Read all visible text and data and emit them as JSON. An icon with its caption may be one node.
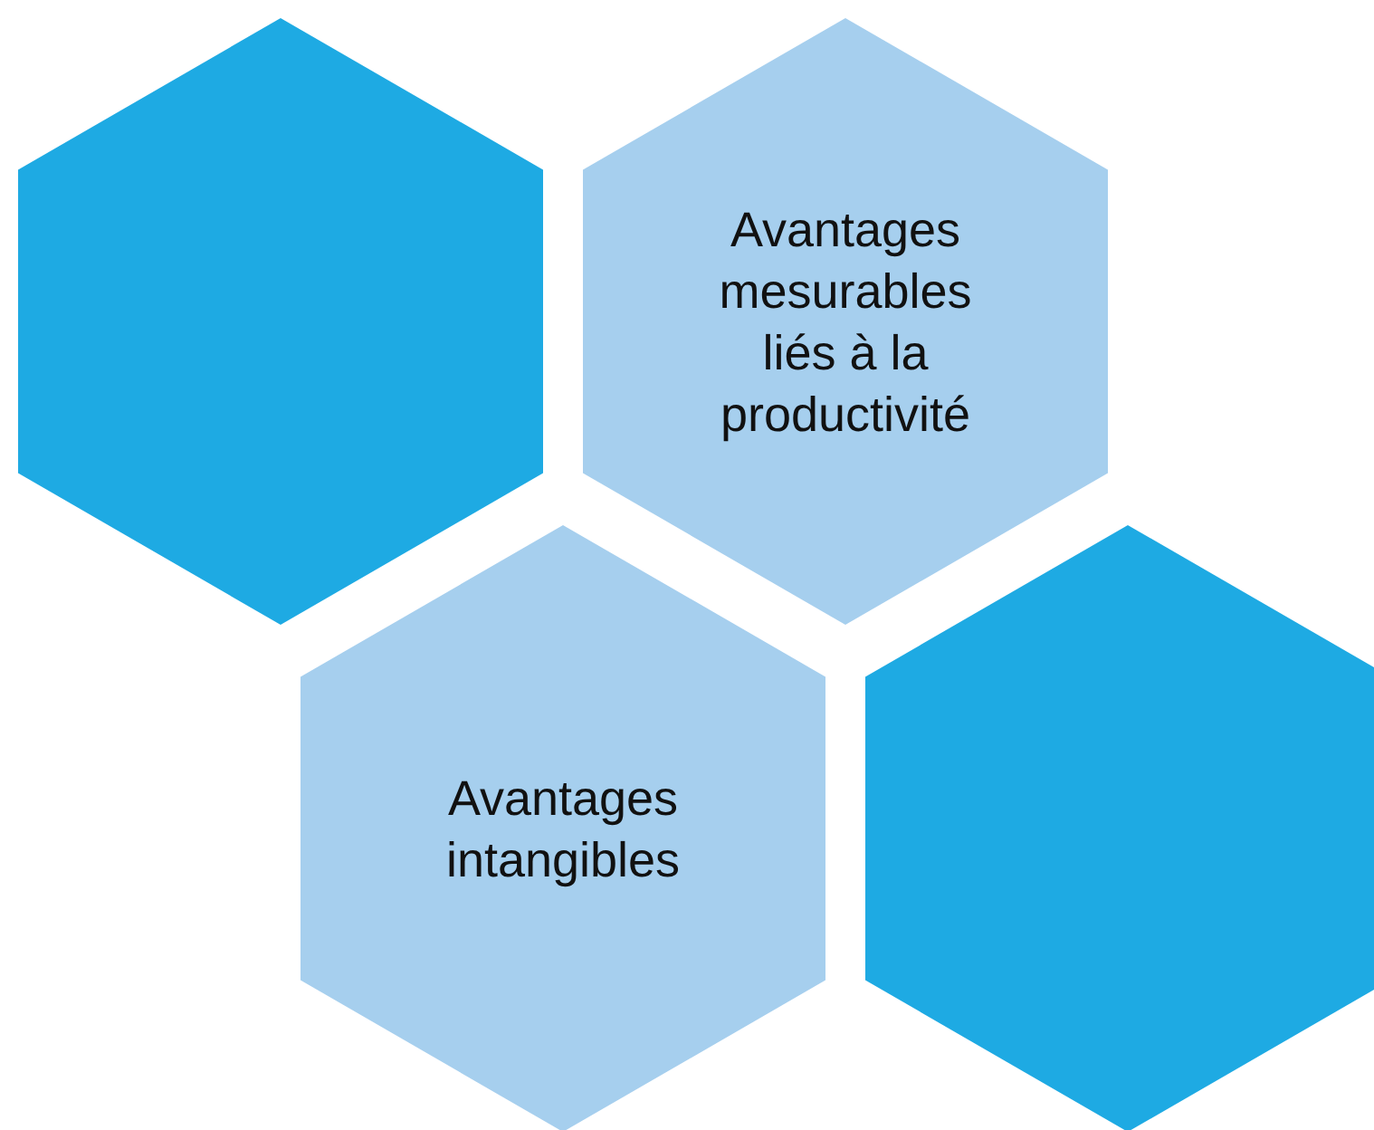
{
  "diagram": {
    "nodes": [
      {
        "text": [],
        "shape": "hexagon"
      },
      {
        "text": [
          "Avantages mesurables liés à la productivité"
        ]
      },
      {
        "text": [
          "Avantages intangibles"
        ]
      },
      {
        "text": [],
        "shape": "hexagon"
      }
    ]
  }
}
